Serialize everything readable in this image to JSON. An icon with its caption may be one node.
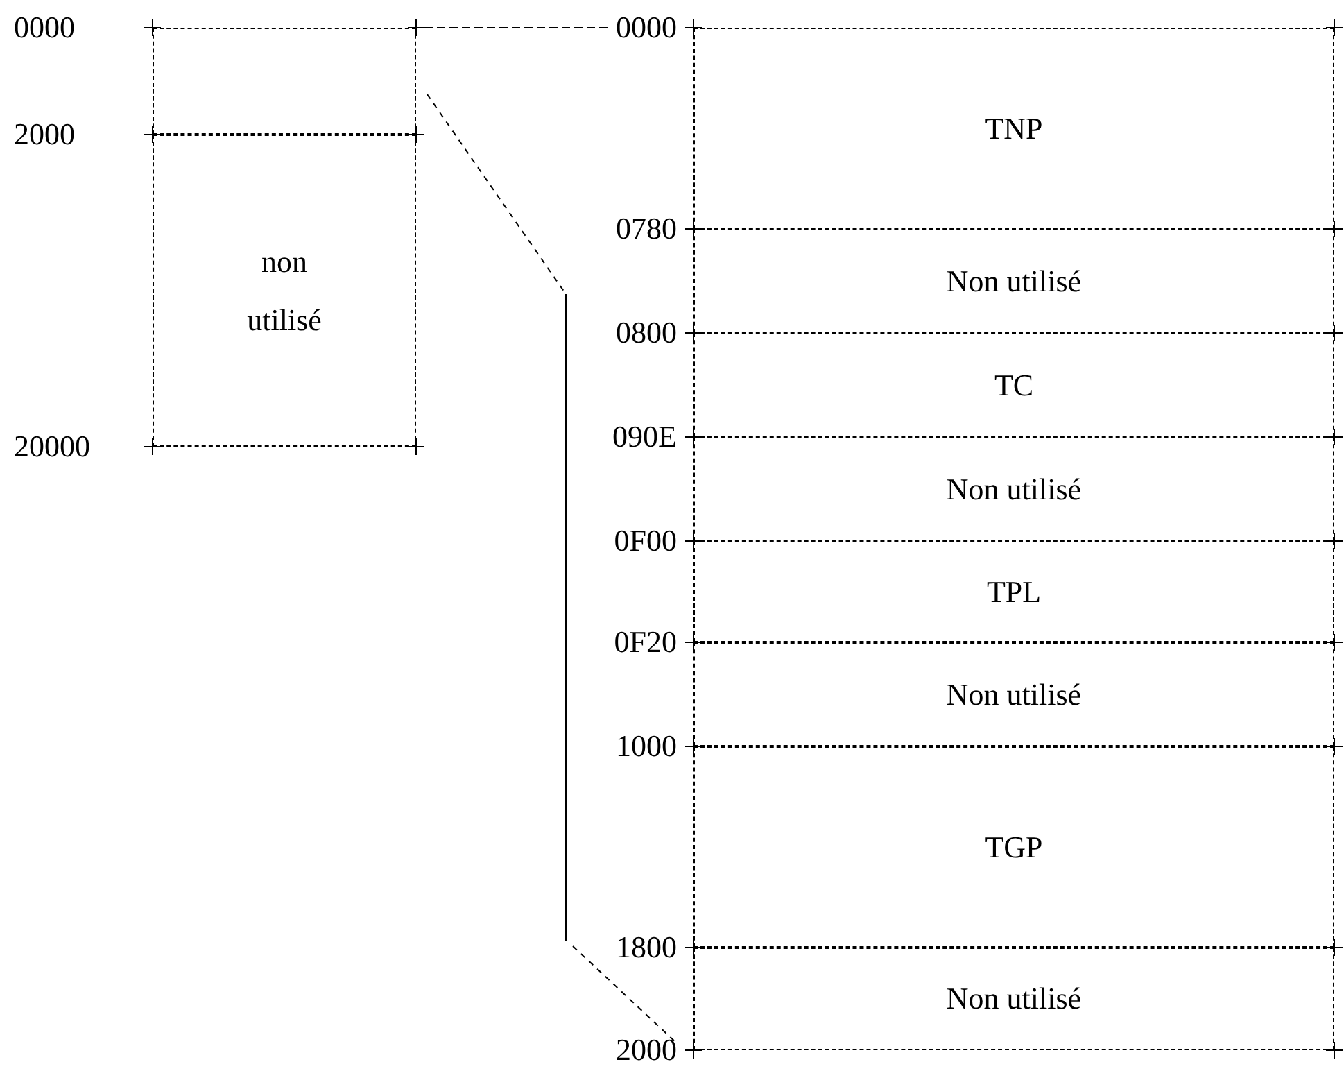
{
  "diagram": {
    "nodes": [
      {
        "text": [],
        "shape": "box"
      },
      {
        "text": [
          "non utilisé"
        ]
      },
      {
        "text": [
          "TNP"
        ]
      },
      {
        "text": [
          "Non utilisé"
        ]
      },
      {
        "text": [
          "TC"
        ]
      },
      {
        "text": [
          "Non utilisé"
        ]
      },
      {
        "text": [
          "TPL"
        ]
      },
      {
        "text": [
          "Non utilisé"
        ]
      },
      {
        "text": [
          "TGP"
        ]
      },
      {
        "text": [
          "Non utilisé"
        ]
      }
    ],
    "labels": [
      "0000",
      "0000",
      "2000",
      "0780",
      "0800",
      "090E",
      "20000",
      "0F00",
      "0F20",
      "1000",
      "1800",
      "2000"
    ]
  }
}
